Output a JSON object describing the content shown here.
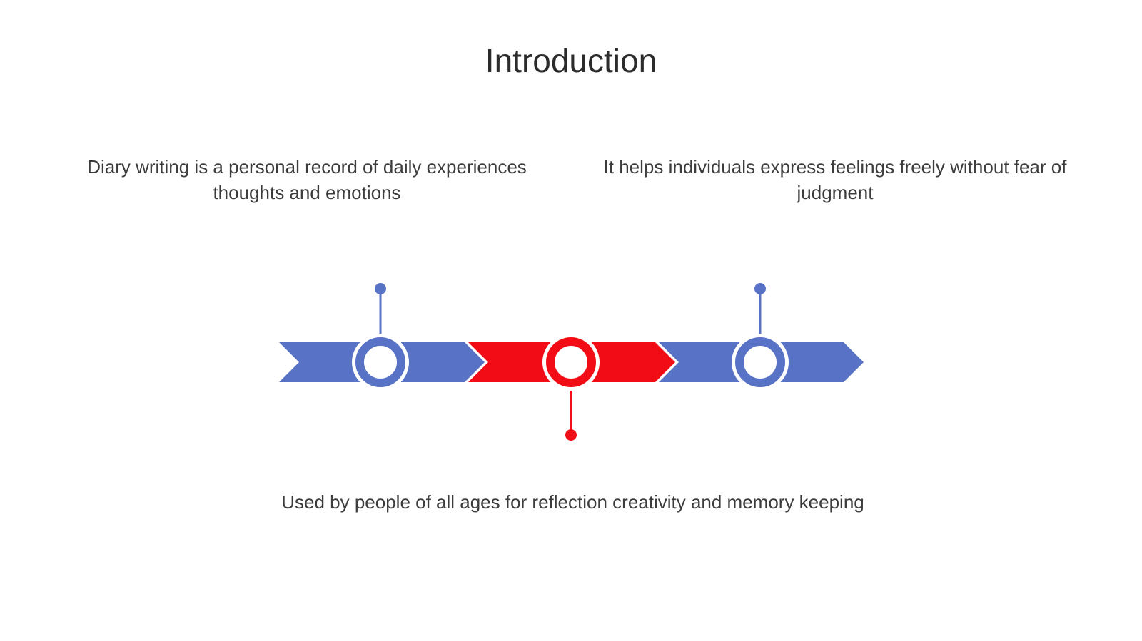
{
  "slide": {
    "title": "Introduction"
  },
  "points": [
    {
      "text": "Diary writing is a personal record of daily experiences thoughts and emotions"
    },
    {
      "text": "It helps individuals express feelings freely without fear of judgment"
    },
    {
      "text": "Used by people of all ages for reflection creativity and memory keeping"
    }
  ],
  "colors": {
    "blue": "#5872c6",
    "red": "#f20d16",
    "text": "#3c3c3c"
  }
}
